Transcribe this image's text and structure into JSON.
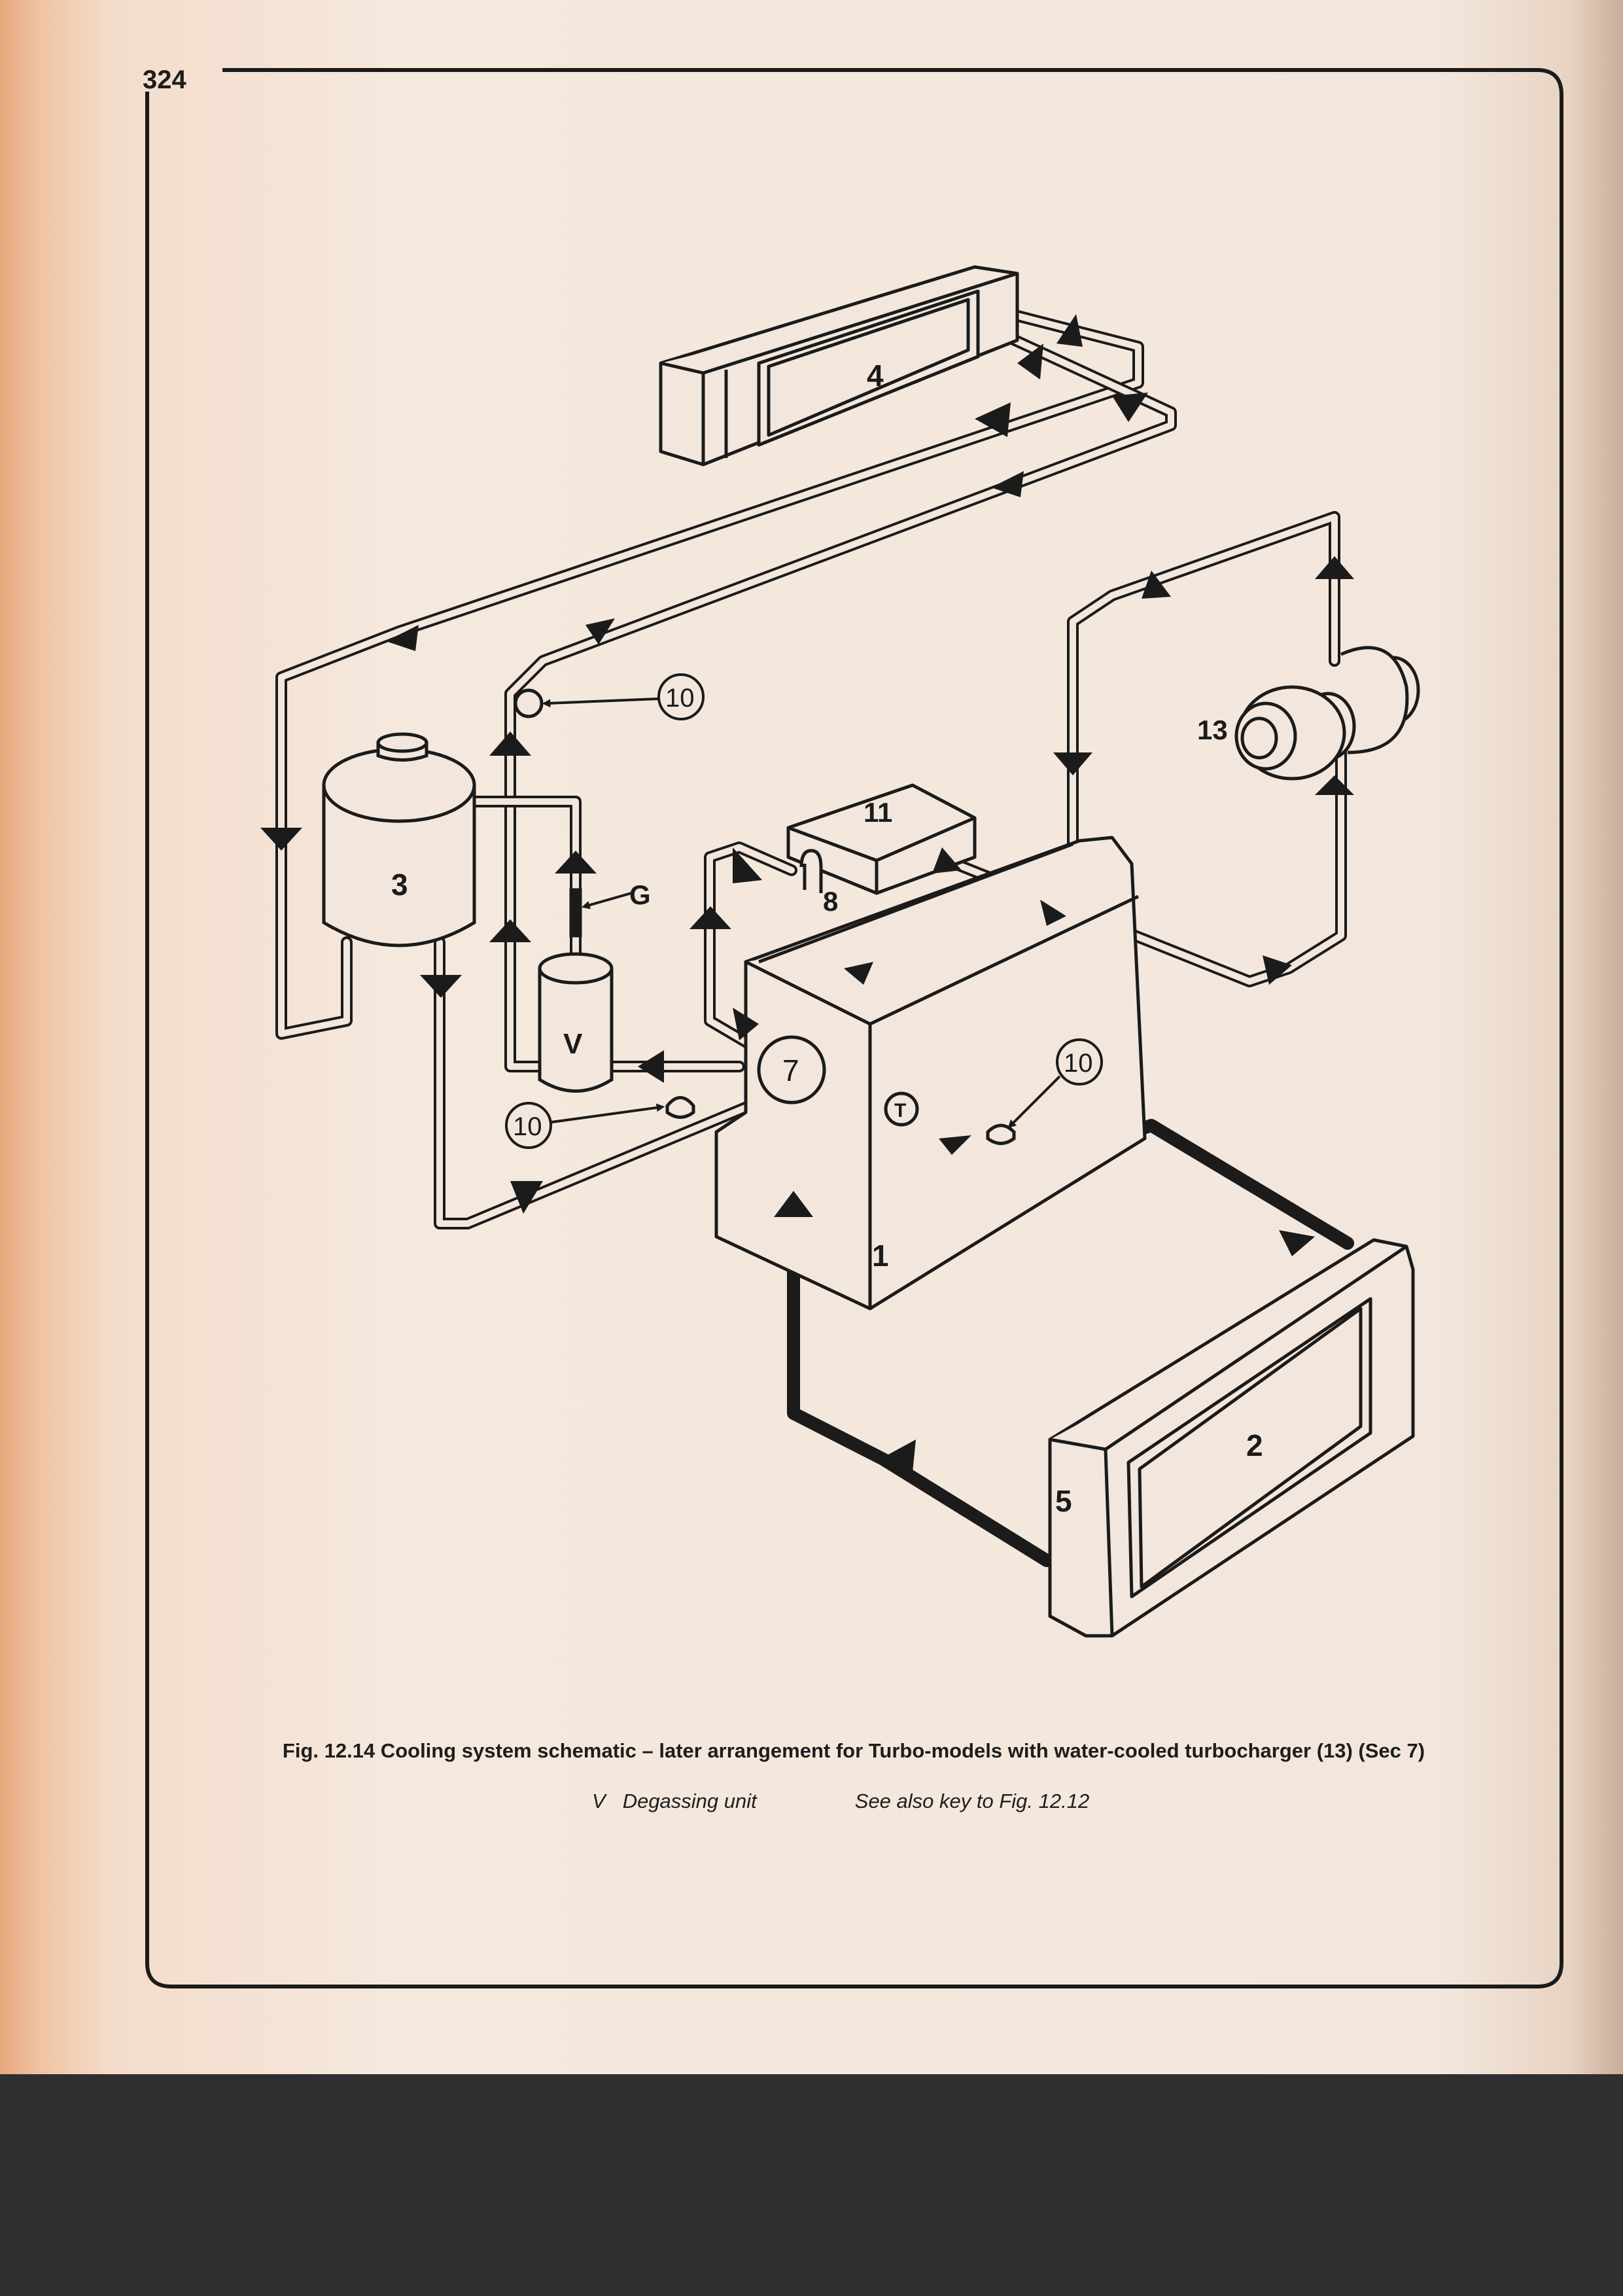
{
  "page": {
    "number": "324"
  },
  "figure": {
    "caption": "Fig. 12.14 Cooling system schematic – later arrangement for Turbo-models with water-cooled turbocharger (13) (Sec 7)",
    "key_symbol": "V",
    "key_text": "Degassing unit",
    "see_also": "See also key to Fig. 12.12"
  },
  "labels": {
    "engine": "1",
    "radiator": "2",
    "expansion_tank": "3",
    "heater": "4",
    "radiator_side": "5",
    "pump": "7",
    "valve": "8",
    "bleed_a": "10",
    "bleed_b": "10",
    "bleed_c": "10",
    "box": "11",
    "turbo": "13",
    "degassing": "V",
    "g": "G",
    "thermostat": "T"
  },
  "colors": {
    "ink": "#1b1b1b",
    "paper": "#f3e7dd"
  }
}
